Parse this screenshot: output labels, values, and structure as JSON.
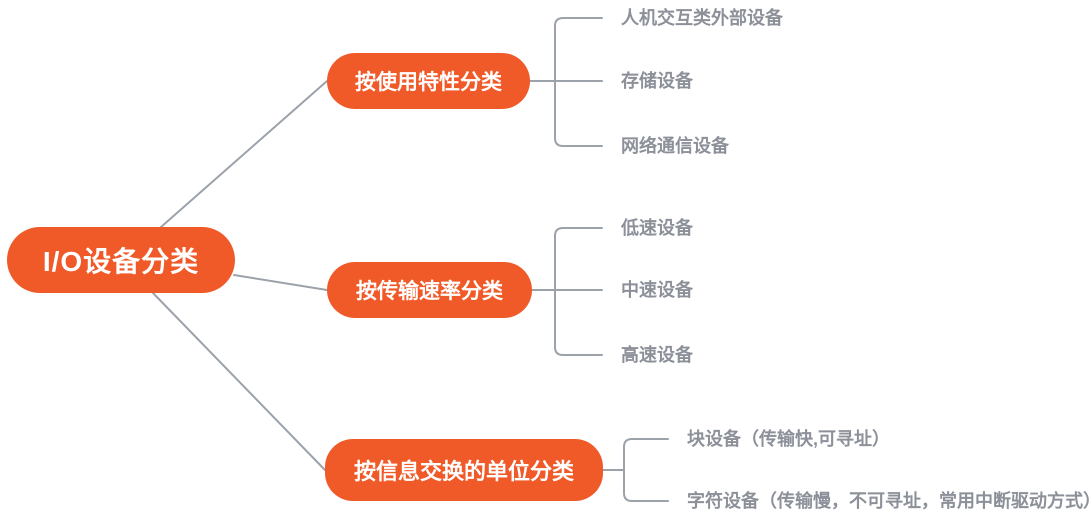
{
  "root": {
    "label": "I/O设备分类"
  },
  "branches": [
    {
      "label": "按使用特性分类",
      "children": [
        "人机交互类外部设备",
        "存储设备",
        "网络通信设备"
      ]
    },
    {
      "label": "按传输速率分类",
      "children": [
        "低速设备",
        "中速设备",
        "高速设备"
      ]
    },
    {
      "label": "按信息交换的单位分类",
      "children": [
        "块设备（传输快,可寻址）",
        "字符设备（传输慢，不可寻址，常用中断驱动方式）"
      ]
    }
  ],
  "colors": {
    "node_fill": "#F05A28",
    "node_text": "#FFFFFF",
    "leaf_text": "#8C9099",
    "line": "#9CA2AA",
    "background": "#FFFFFF"
  }
}
